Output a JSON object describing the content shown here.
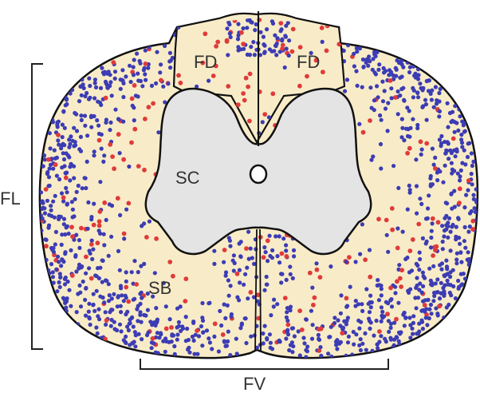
{
  "diagram": {
    "labels": {
      "fd_left": "FD",
      "fd_right": "FD",
      "sc": "SC",
      "fl": "FL",
      "sb": "SB",
      "fv": "FV"
    },
    "colors": {
      "background": "#ffffff",
      "white_matter": "#f8ecc8",
      "grey_matter": "#e4e4e4",
      "outline": "#111111",
      "dot_blue": "#3c3cb4",
      "dot_red": "#e03a3a",
      "label": "#333333",
      "bracket": "#222222"
    }
  }
}
